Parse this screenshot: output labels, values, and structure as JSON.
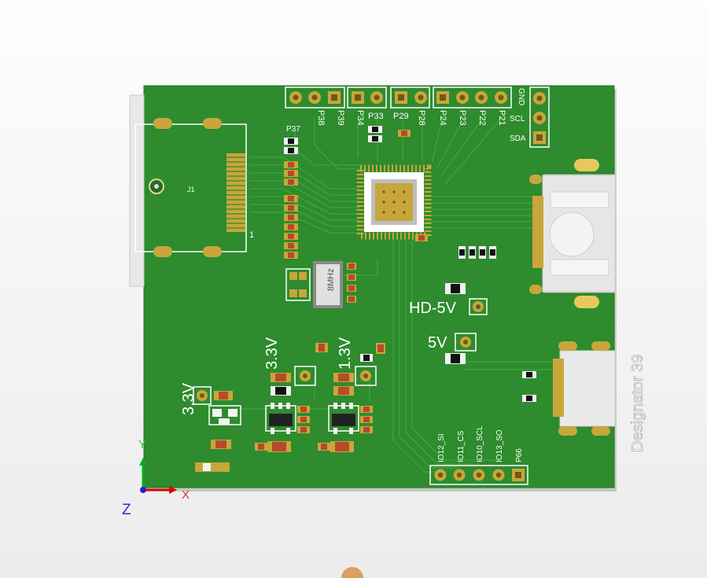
{
  "board": {
    "colors": {
      "board": "#2e8b2e",
      "trace": "#3aa83a",
      "pad": "#c8a63a",
      "silk": "#ffffff"
    },
    "headers": {
      "top": [
        "P37",
        "P38",
        "P39",
        "P34",
        "P33",
        "P29",
        "P28",
        "P24",
        "P23",
        "P22",
        "P21"
      ],
      "i2c": [
        "GND",
        "SCL",
        "SDA"
      ],
      "bottom": [
        "IO12_SI",
        "IO11_CS",
        "IO10_SCL",
        "IO13_SO",
        "P66"
      ]
    },
    "labels": {
      "hd5v": "HD-5V",
      "v5": "5V",
      "v33_a": "3.3V",
      "v33_b": "3.3V",
      "v13": "1.3V",
      "crystal": "8MHz",
      "designator": "Designator 39",
      "hdmi_pin1": "1",
      "hdmi_ref": "J1",
      "p37_ref": "P37"
    },
    "axes": {
      "x": "X",
      "y": "Y",
      "z": "Z"
    }
  }
}
